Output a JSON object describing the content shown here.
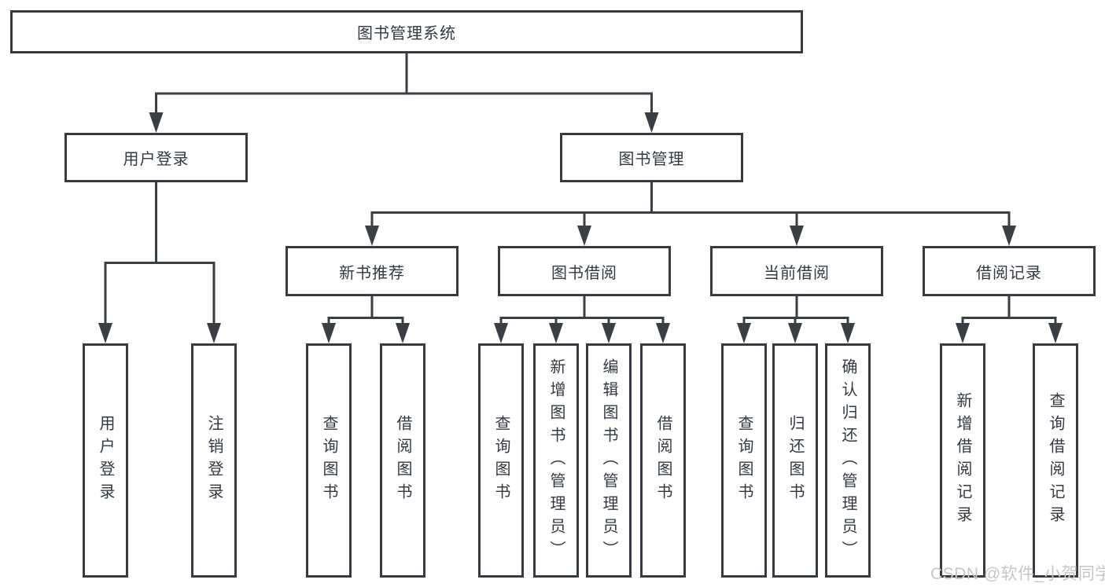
{
  "tree": {
    "root": {
      "label": "图书管理系统"
    },
    "children": [
      {
        "label": "用户登录",
        "children": [
          {
            "label": "用户登录"
          },
          {
            "label": "注销登录"
          }
        ]
      },
      {
        "label": "图书管理",
        "children": [
          {
            "label": "新书推荐",
            "children": [
              {
                "label": "查询图书"
              },
              {
                "label": "借阅图书"
              }
            ]
          },
          {
            "label": "图书借阅",
            "children": [
              {
                "label": "查询图书"
              },
              {
                "label": "新增图书（管理员）"
              },
              {
                "label": "编辑图书（管理员）"
              },
              {
                "label": "借阅图书"
              }
            ]
          },
          {
            "label": "当前借阅",
            "children": [
              {
                "label": "查询图书"
              },
              {
                "label": "归还图书"
              },
              {
                "label": "确认归还（管理员）"
              }
            ]
          },
          {
            "label": "借阅记录",
            "children": [
              {
                "label": "新增借阅记录"
              },
              {
                "label": "查询借阅记录"
              }
            ]
          }
        ]
      }
    ]
  },
  "watermark": {
    "text": "CSDN @软件_小贺同学"
  },
  "colors": {
    "line": "#3a3e45",
    "box_border": "#363b42",
    "text": "#333943",
    "background": "#ffffff",
    "watermark": "#c6c6c6"
  }
}
